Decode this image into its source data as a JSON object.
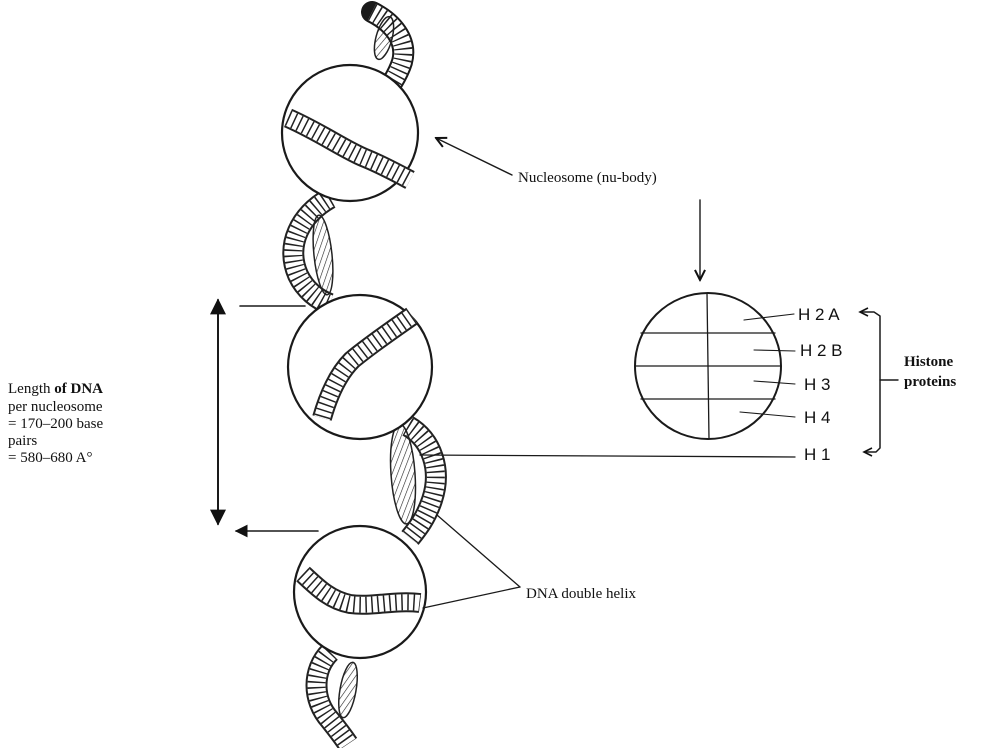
{
  "labels": {
    "nucleosome": "Nucleosome (nu-body)",
    "dna_helix": "DNA double helix",
    "histone_line1": "Histone",
    "histone_line2": "proteins",
    "length_line1_a": "Length ",
    "length_line1_b": "of DNA",
    "length_line2": "per nucleosome",
    "length_line3": "= 170–200 base",
    "length_line4": "pairs",
    "length_line5": "= 580–680 A°"
  },
  "histones": [
    "H 2 A",
    "H 2 B",
    "H 3",
    "H 4",
    "H 1"
  ]
}
